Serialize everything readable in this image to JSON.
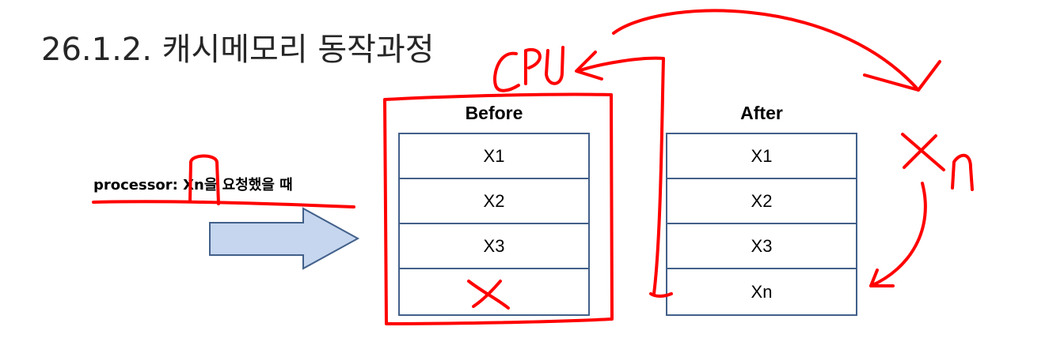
{
  "title": "26.1.2. 캐시메모리 동작과정",
  "request_label": "processor: Xn을 요청했을 때",
  "before": {
    "header": "Before",
    "cells": [
      "X1",
      "X2",
      "X3",
      ""
    ]
  },
  "after": {
    "header": "After",
    "cells": [
      "X1",
      "X2",
      "X3",
      "Xn"
    ]
  },
  "annotations": {
    "cpu": "CPU",
    "xn": "Xn",
    "miss_mark": "X"
  },
  "colors": {
    "table_border": "#42608a",
    "arrow_fill": "#c5d6ee",
    "arrow_stroke": "#42608a",
    "annotation": "#ff0000"
  }
}
